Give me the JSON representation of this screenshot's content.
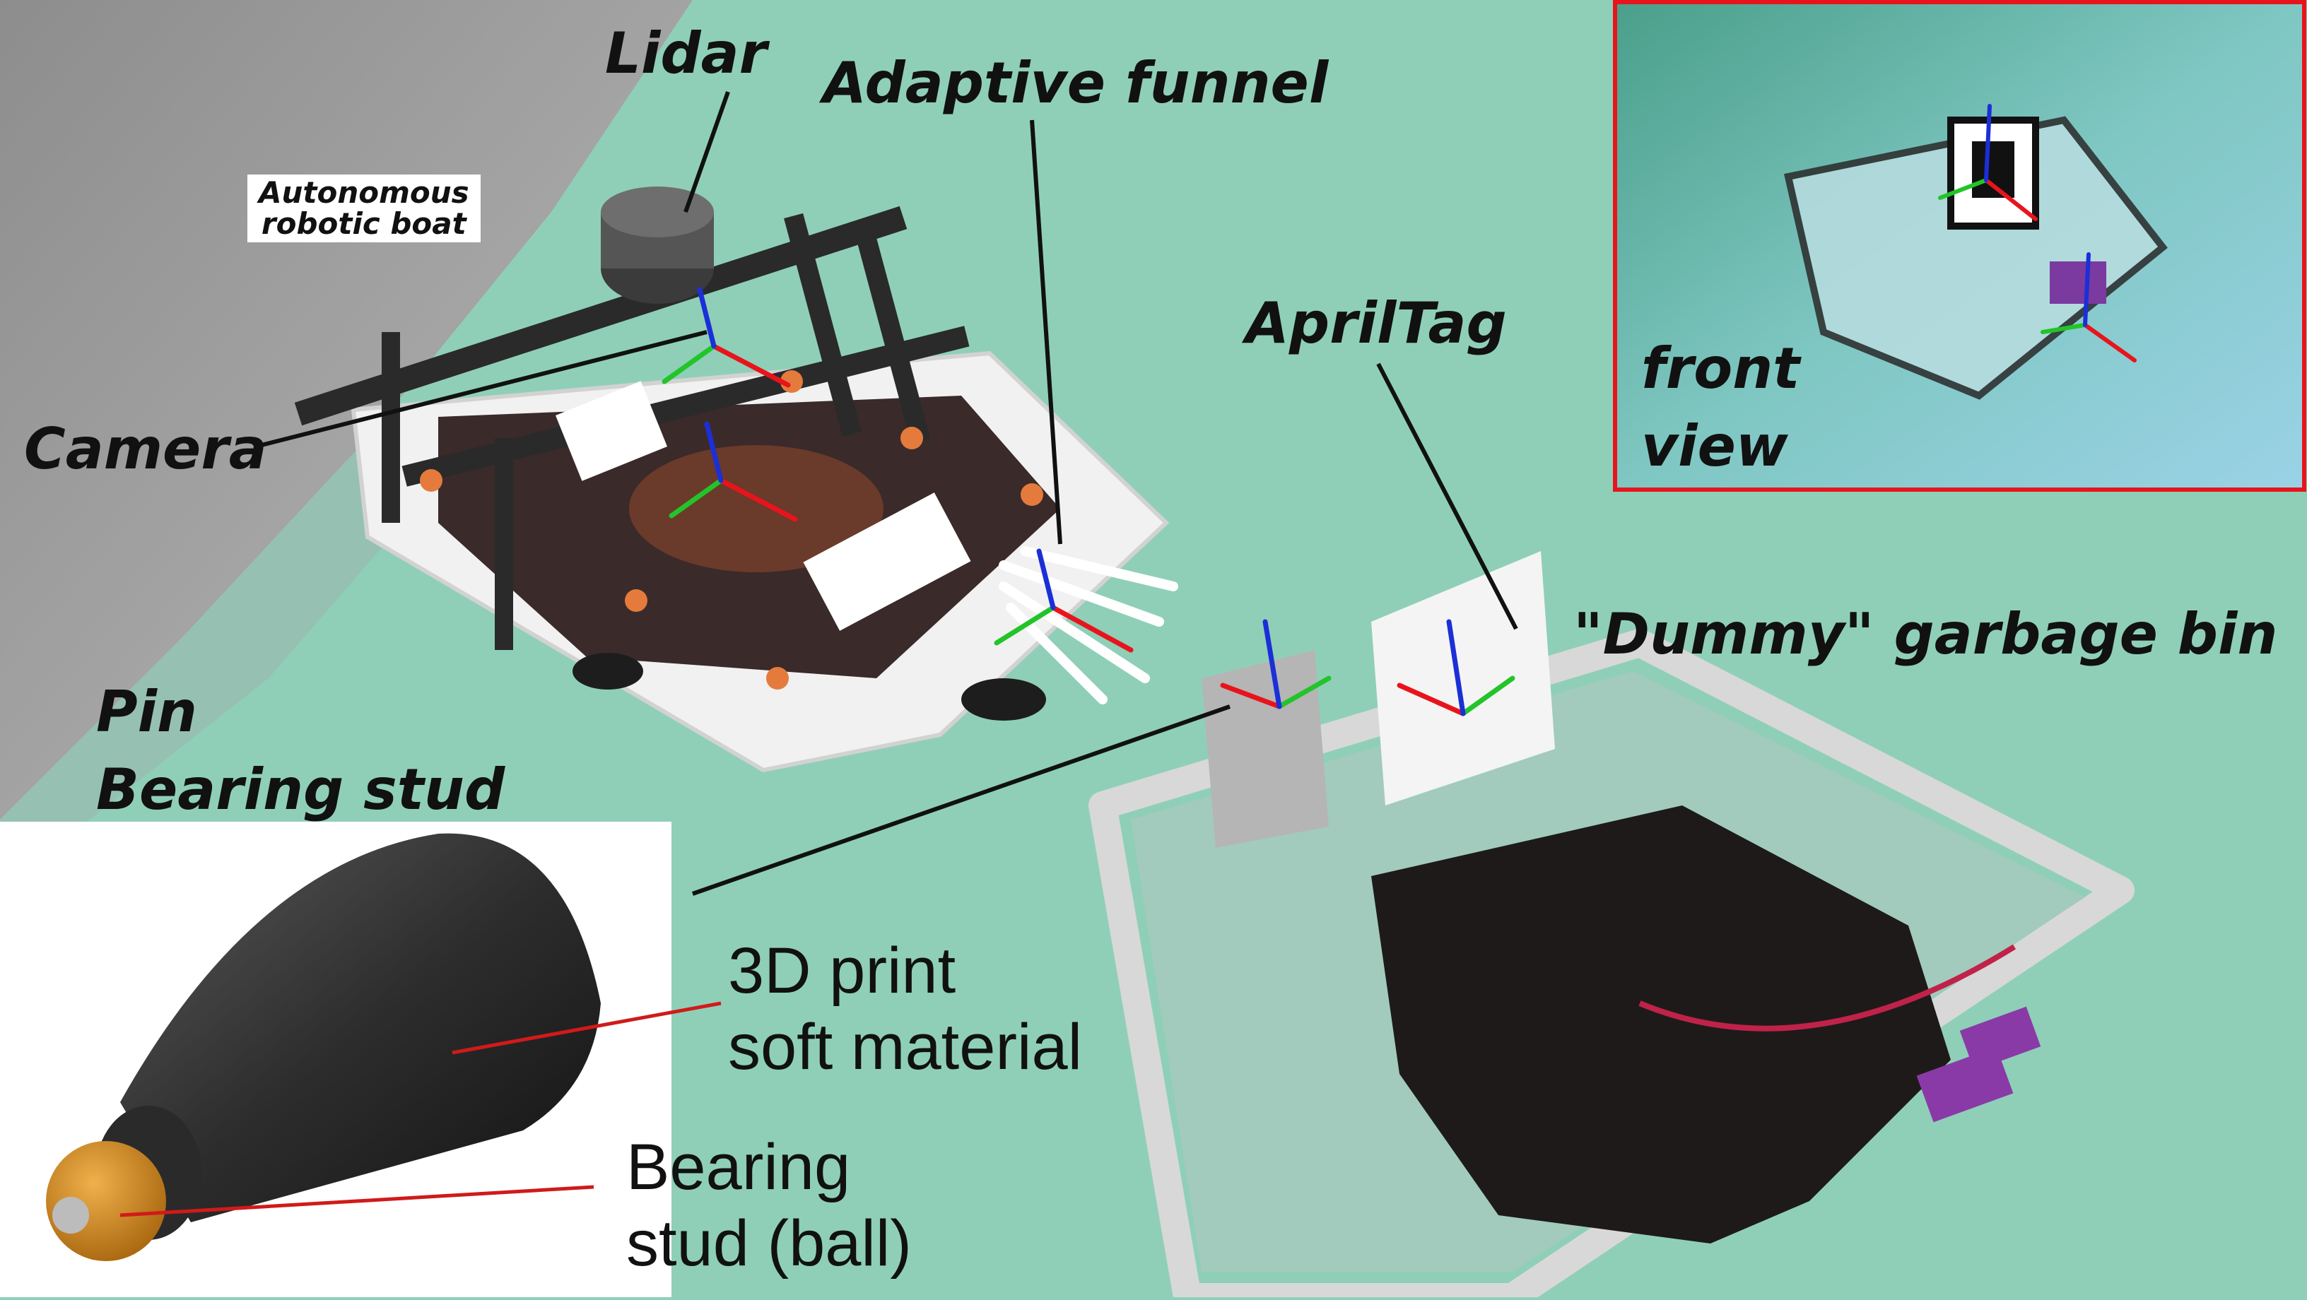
{
  "figure": {
    "labels": {
      "lidar": "Lidar",
      "adaptive_funnel": "Adaptive funnel",
      "boat_line1": "Autonomous",
      "boat_line2": "robotic boat",
      "camera": "Camera",
      "apriltag": "AprilTag",
      "front_view_line1": "front",
      "front_view_line2": "view",
      "garbage_bin": "\"Dummy\" garbage bin",
      "pin": "Pin",
      "bearing_stud_title": "Bearing stud",
      "print_line1": "3D print",
      "print_line2": "soft material",
      "ball_line1": "Bearing",
      "ball_line2": "stud (ball)"
    },
    "colors": {
      "water": "#8fcfb8",
      "inset_border": "#e8141c",
      "axis_x": "#e8141c",
      "axis_y": "#22c42a",
      "axis_z": "#1b2fd8",
      "leader_line": "#111111",
      "stud_body": "#2b2b2b",
      "stud_ball": "#d68a1e"
    }
  }
}
